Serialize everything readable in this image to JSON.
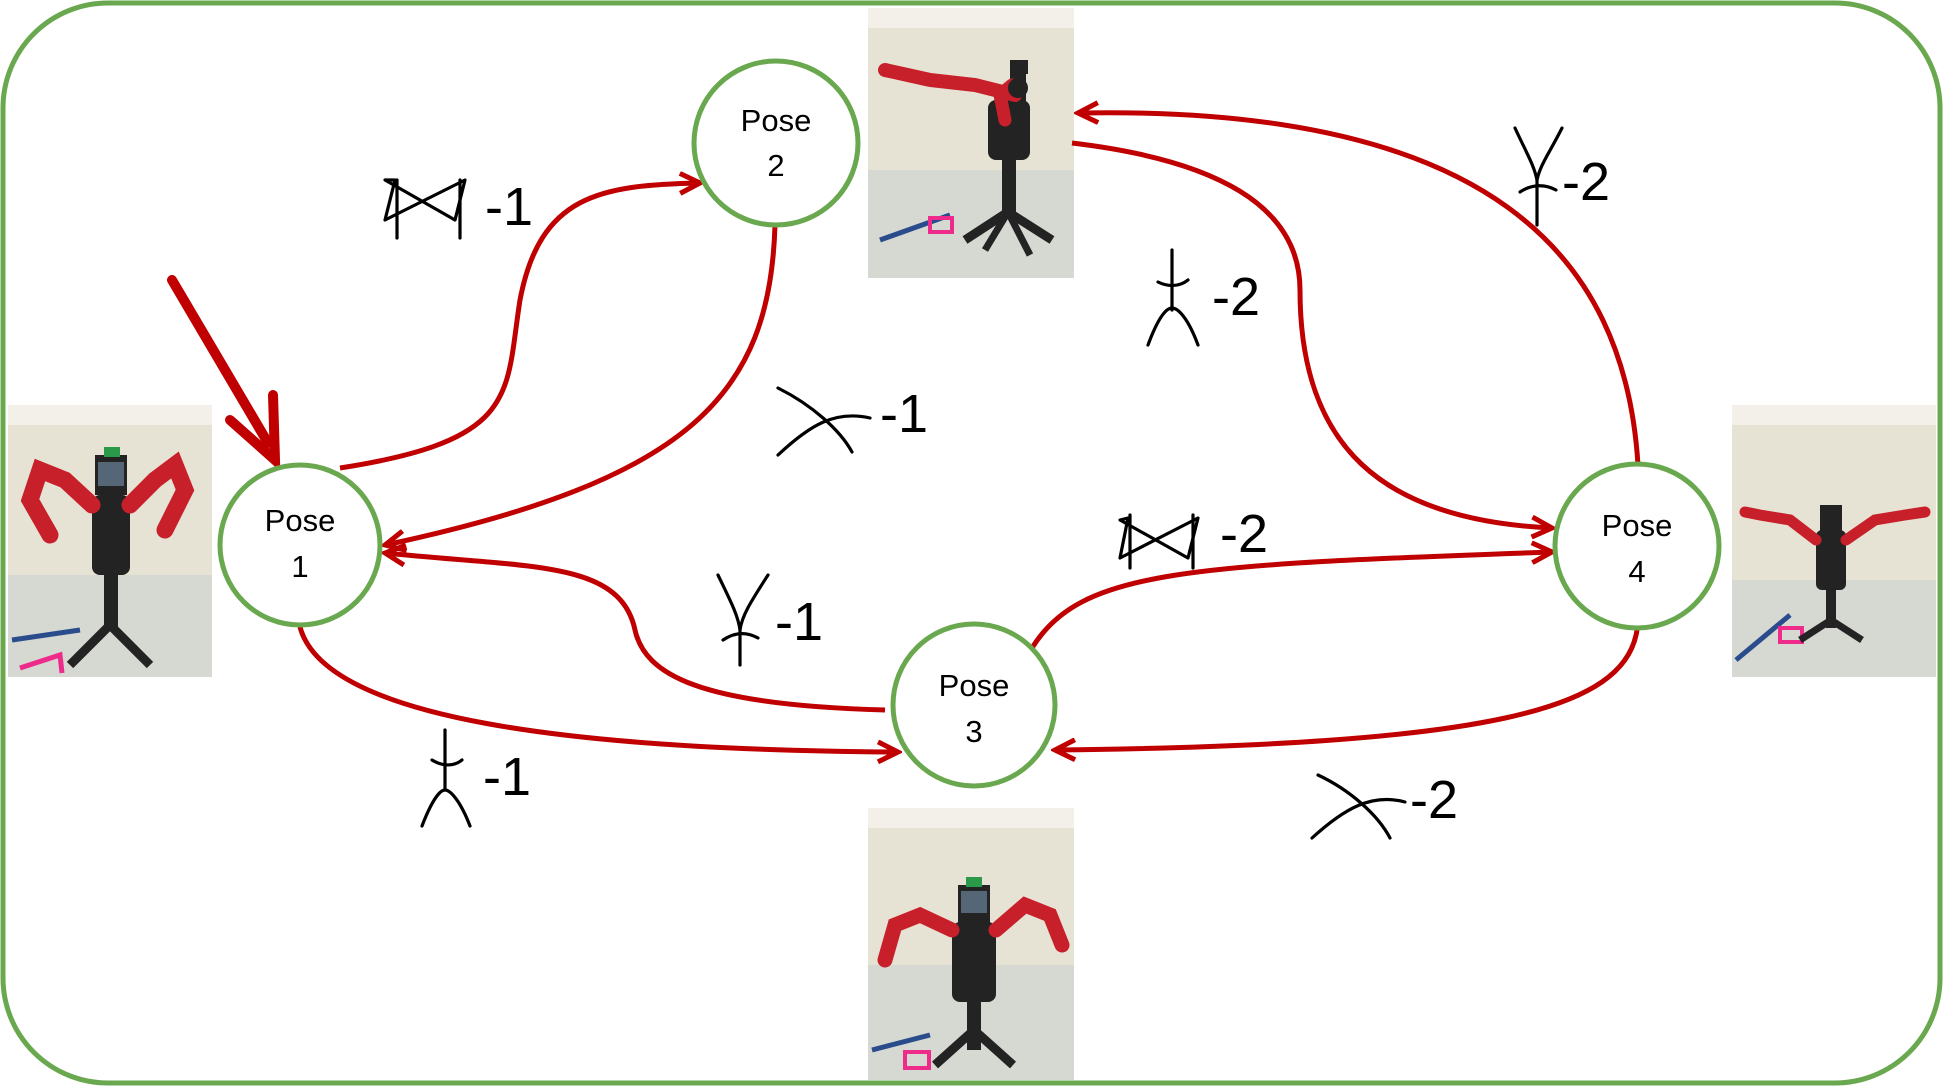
{
  "colors": {
    "border": "#6aa84f",
    "edge": "#c00000",
    "node_stroke": "#6aa84f",
    "wall": "#e7e3d4",
    "floor": "#d6d8d2",
    "robot_red": "#c8202a",
    "robot_dark": "#232323",
    "tape_blue": "#2a4c8c",
    "tape_pink": "#ee2a8a"
  },
  "nodes": [
    {
      "id": "pose1",
      "line1": "Pose",
      "line2": "1"
    },
    {
      "id": "pose2",
      "line1": "Pose",
      "line2": "2"
    },
    {
      "id": "pose3",
      "line1": "Pose",
      "line2": "3"
    },
    {
      "id": "pose4",
      "line1": "Pose",
      "line2": "4"
    }
  ],
  "edges": [
    {
      "from": "pose1",
      "to": "pose2",
      "label": "-1",
      "gesture_icon": "bowtie-gesture-icon"
    },
    {
      "from": "pose2",
      "to": "pose1",
      "label": "-1",
      "gesture_icon": "crossing-arcs-gesture-icon"
    },
    {
      "from": "pose3",
      "to": "pose1",
      "label": "-1",
      "gesture_icon": "v-up-gesture-icon"
    },
    {
      "from": "pose1",
      "to": "pose3",
      "label": "-1",
      "gesture_icon": "lambda-down-gesture-icon"
    },
    {
      "from": "pose2",
      "to": "pose4",
      "label": "-2",
      "gesture_icon": "lambda-down-gesture-icon"
    },
    {
      "from": "pose4",
      "to": "pose2",
      "label": "-2",
      "gesture_icon": "v-up-gesture-icon"
    },
    {
      "from": "pose3",
      "to": "pose4",
      "label": "-2",
      "gesture_icon": "bowtie-gesture-icon"
    },
    {
      "from": "pose4",
      "to": "pose3",
      "label": "-2",
      "gesture_icon": "crossing-arcs-gesture-icon"
    }
  ],
  "start_marker": {
    "target": "pose1",
    "icon": "start-arrow-icon"
  },
  "photos": [
    {
      "node": "pose1",
      "depicts": "robot-arms-raised-photo"
    },
    {
      "node": "pose2",
      "depicts": "robot-arm-extended-photo"
    },
    {
      "node": "pose3",
      "depicts": "robot-arms-lowered-photo"
    },
    {
      "node": "pose4",
      "depicts": "robot-arms-outstretched-photo"
    }
  ]
}
